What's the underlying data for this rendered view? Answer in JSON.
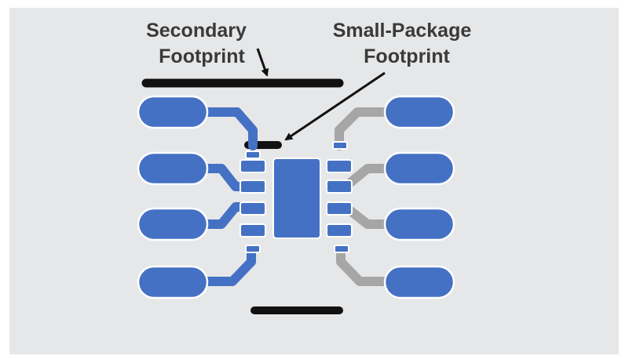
{
  "labels": {
    "secondary_line1": "Secondary",
    "secondary_line2": "Footprint",
    "small_line1": "Small-Package",
    "small_line2": "Footprint"
  },
  "colors": {
    "background": "#e6e7e8",
    "pad_blue": "#4471c4",
    "pad_outline": "#ffffff",
    "trace_blue": "#4471c4",
    "trace_gray": "#a6a6a6",
    "silkscreen": "#111111",
    "label_text": "#3a3a3a"
  }
}
